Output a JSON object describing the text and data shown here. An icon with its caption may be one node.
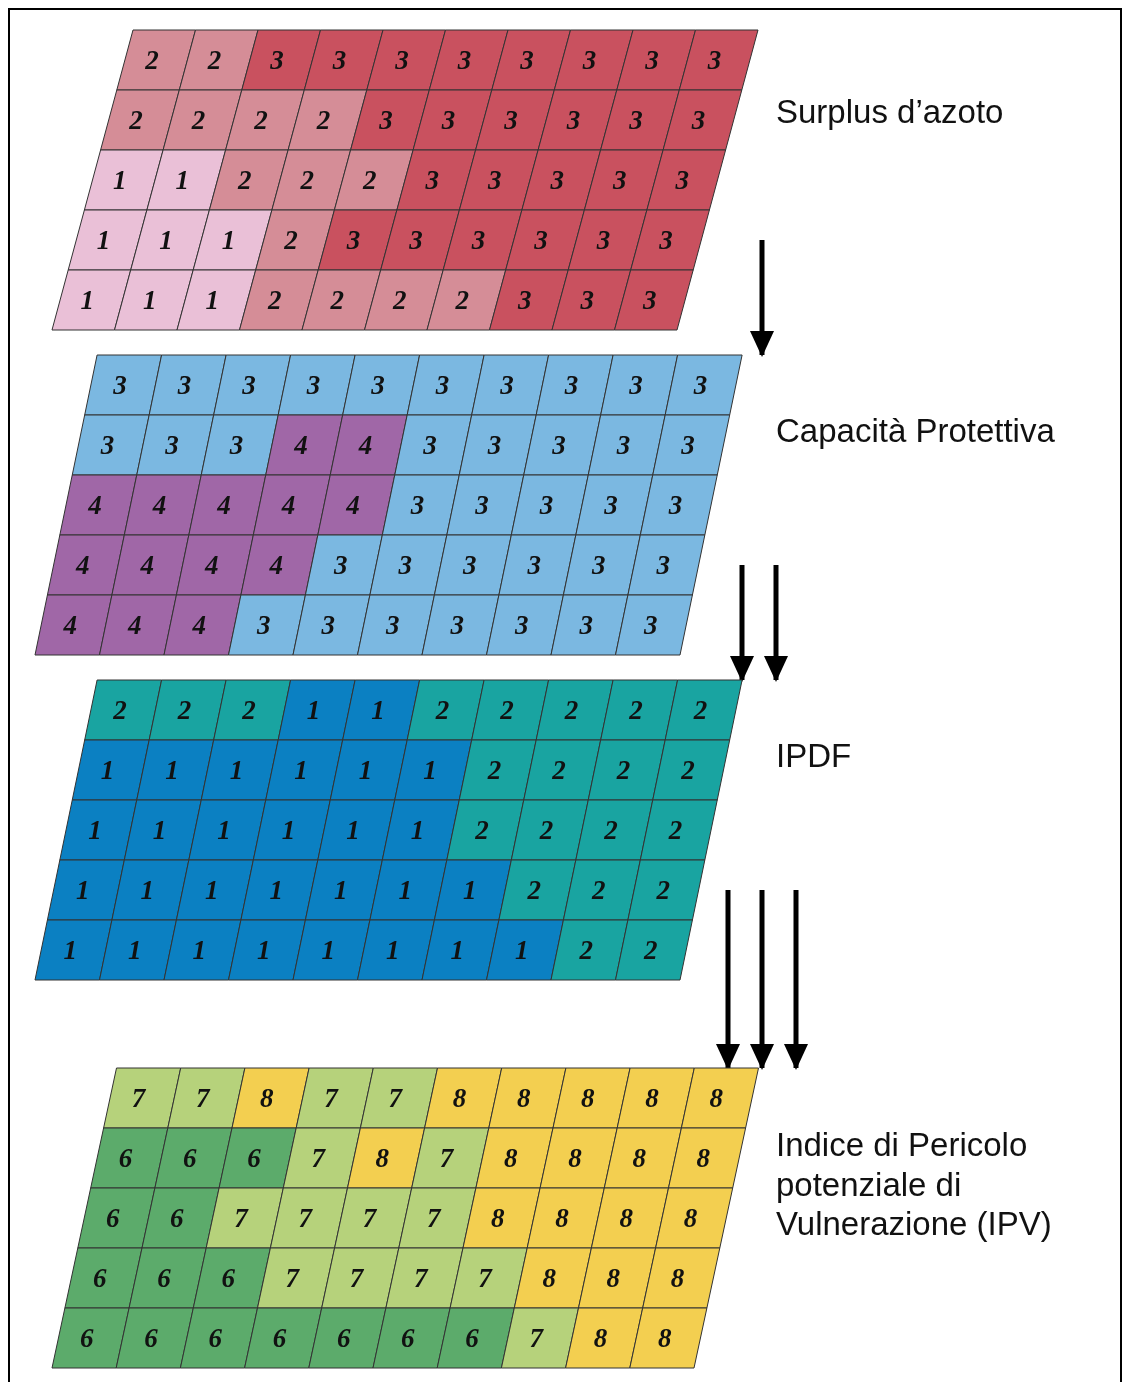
{
  "diagram": {
    "nodes": [
      {
        "text": [
          "Surplus d’azoto"
        ]
      },
      {
        "text": [
          "Capacità Protettiva"
        ]
      },
      {
        "text": [
          "IPDF"
        ]
      },
      {
        "text": [
          "Indice di Pericolo potenziale di Vulnerazione (IPV)"
        ]
      }
    ],
    "edges": [
      {
        "from": 0,
        "to": 1,
        "arrow": "to"
      },
      {
        "from": 1,
        "to": 2,
        "arrow": "to"
      },
      {
        "from": 1,
        "to": 2,
        "arrow": "to"
      },
      {
        "from": 2,
        "to": 3,
        "arrow": "to"
      },
      {
        "from": 2,
        "to": 3,
        "arrow": "to"
      },
      {
        "from": 2,
        "to": 3,
        "arrow": "to"
      }
    ],
    "labels": [
      "2",
      "2",
      "3",
      "3",
      "3",
      "3",
      "3",
      "3",
      "3",
      "3",
      "2",
      "2",
      "2",
      "2",
      "3",
      "3",
      "3",
      "3",
      "3",
      "3",
      "1",
      "1",
      "2",
      "2",
      "2",
      "3",
      "3",
      "3",
      "3",
      "3",
      "1",
      "1",
      "1",
      "2",
      "3",
      "3",
      "3",
      "3",
      "3",
      "3",
      "1",
      "1",
      "1",
      "2",
      "2",
      "2",
      "2",
      "3",
      "3",
      "3",
      "3",
      "3",
      "3",
      "3",
      "3",
      "3",
      "3",
      "3",
      "3",
      "3",
      "3",
      "3",
      "3",
      "4",
      "4",
      "3",
      "3",
      "3",
      "3",
      "3",
      "4",
      "4",
      "4",
      "4",
      "4",
      "3",
      "3",
      "3",
      "3",
      "3",
      "4",
      "4",
      "4",
      "4",
      "3",
      "3",
      "3",
      "3",
      "3",
      "3",
      "4",
      "4",
      "4",
      "3",
      "3",
      "3",
      "3",
      "3",
      "3",
      "3",
      "2",
      "2",
      "2",
      "1",
      "1",
      "2",
      "2",
      "2",
      "2",
      "2",
      "1",
      "1",
      "1",
      "1",
      "1",
      "1",
      "2",
      "2",
      "2",
      "2",
      "1",
      "1",
      "1",
      "1",
      "1",
      "1",
      "2",
      "2",
      "2",
      "2",
      "1",
      "1",
      "1",
      "1",
      "1",
      "1",
      "1",
      "2",
      "2",
      "2",
      "1",
      "1",
      "1",
      "1",
      "1",
      "1",
      "1",
      "1",
      "2",
      "2",
      "7",
      "7",
      "8",
      "7",
      "7",
      "8",
      "8",
      "8",
      "8",
      "8",
      "6",
      "6",
      "6",
      "7",
      "8",
      "7",
      "8",
      "8",
      "8",
      "8",
      "6",
      "6",
      "7",
      "7",
      "7",
      "7",
      "8",
      "8",
      "8",
      "8",
      "6",
      "6",
      "6",
      "7",
      "7",
      "7",
      "7",
      "8",
      "8",
      "8",
      "6",
      "6",
      "6",
      "6",
      "6",
      "6",
      "6",
      "7",
      "8",
      "8"
    ]
  }
}
